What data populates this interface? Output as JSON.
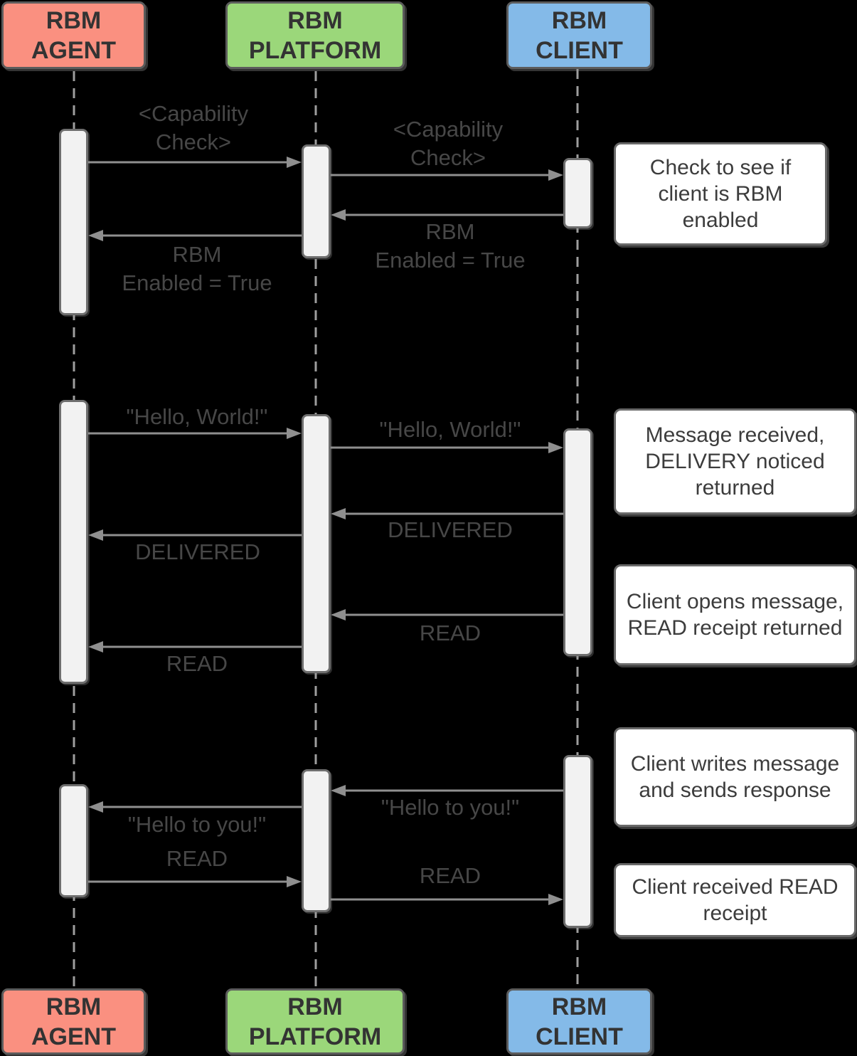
{
  "diagram": {
    "type": "sequence-diagram",
    "background": "#000000"
  },
  "actors": [
    {
      "id": "agent",
      "label": "RBM\nAGENT",
      "color": "#FA9080"
    },
    {
      "id": "platform",
      "label": "RBM\nPLATFORM",
      "color": "#9BD77A"
    },
    {
      "id": "client",
      "label": "RBM\nCLIENT",
      "color": "#84BAE8"
    }
  ],
  "messages": [
    {
      "from": "agent",
      "to": "platform",
      "label": "<Capability\nCheck>"
    },
    {
      "from": "platform",
      "to": "client",
      "label": "<Capability\nCheck>"
    },
    {
      "from": "client",
      "to": "platform",
      "label": "RBM\nEnabled = True"
    },
    {
      "from": "platform",
      "to": "agent",
      "label": "RBM\nEnabled = True"
    },
    {
      "from": "agent",
      "to": "platform",
      "label": "\"Hello, World!\""
    },
    {
      "from": "platform",
      "to": "client",
      "label": "\"Hello, World!\""
    },
    {
      "from": "client",
      "to": "platform",
      "label": "DELIVERED"
    },
    {
      "from": "platform",
      "to": "agent",
      "label": "DELIVERED"
    },
    {
      "from": "client",
      "to": "platform",
      "label": "READ"
    },
    {
      "from": "platform",
      "to": "agent",
      "label": "READ"
    },
    {
      "from": "client",
      "to": "platform",
      "label": "\"Hello to you!\""
    },
    {
      "from": "platform",
      "to": "agent",
      "label": "\"Hello to you!\""
    },
    {
      "from": "agent",
      "to": "platform",
      "label": "READ"
    },
    {
      "from": "platform",
      "to": "client",
      "label": "READ"
    }
  ],
  "notes": [
    {
      "text": "Check to see if client is RBM enabled"
    },
    {
      "text": "Message received, DELIVERY noticed returned"
    },
    {
      "text": "Client opens message, READ receipt returned"
    },
    {
      "text": "Client writes message and sends response"
    },
    {
      "text": "Client received READ receipt"
    }
  ],
  "colors": {
    "agent_box": "#FA9080",
    "platform_box": "#9BD77A",
    "client_box": "#84BAE8",
    "actor_text": "#333333",
    "message_text": "#474747",
    "note_text": "#3C3C3C",
    "note_background": "#FFFFFF",
    "arrow": "#8F8F8F",
    "lifeline": "#9E9E9E",
    "activation_fill": "#F2F2F2",
    "background": "#000000"
  }
}
